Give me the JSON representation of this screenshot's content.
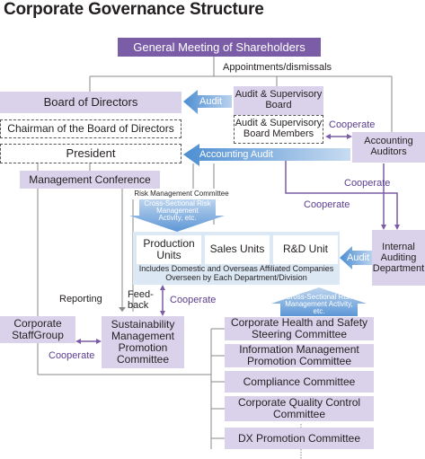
{
  "title": "Corporate Governance Structure",
  "shareholders": "General Meeting of Shareholders",
  "appointments": "Appointments/dismissals",
  "board_of_directors": "Board of Directors",
  "chairman": "Chairman of the Board of Directors",
  "president": "President",
  "audit_board": "Audit & Supervisory Board",
  "audit_board_members": "Audit & Supervisory Board Members",
  "accounting_auditors": "Accounting Auditors",
  "internal_auditing": "Internal Auditing Department",
  "management_conference": "Management Conference",
  "risk_committee": "Risk Management Committee",
  "risk_activity_top": "Cross-Sectional Risk Management Activity, etc.",
  "risk_activity_bottom": "Cross-Sectional Risk Management Activity, etc.",
  "units": {
    "production": "Production Units",
    "sales": "Sales Units",
    "rnd": "R&D Unit",
    "note": "Includes Domestic and Overseas Affiliated Companies Overseen by Each Department/Division"
  },
  "labels": {
    "audit_1": "Audit",
    "accounting_audit": "Accounting Audit",
    "audit_2": "Audit",
    "cooperate_1": "Cooperate",
    "cooperate_2": "Cooperate",
    "cooperate_3": "Cooperate",
    "cooperate_4": "Cooperate",
    "cooperate_5": "Cooperate",
    "reporting": "Reporting",
    "feedback": "Feed-back"
  },
  "corporate_staff_group": "Corporate StaffGroup",
  "sustainability": "Sustainability Management Promotion Committee",
  "committees": [
    "Corporate Health and Safety Steering Committee",
    "Information Management Promotion Committee",
    "Compliance Committee",
    "Corporate Quality Control Committee",
    "DX Promotion Committee"
  ],
  "colors": {
    "purple": "#7b5ca7",
    "lavender": "#d9d2ea",
    "light_blue": "#dce8f4",
    "arrow_blue": "#6aa0d8"
  }
}
